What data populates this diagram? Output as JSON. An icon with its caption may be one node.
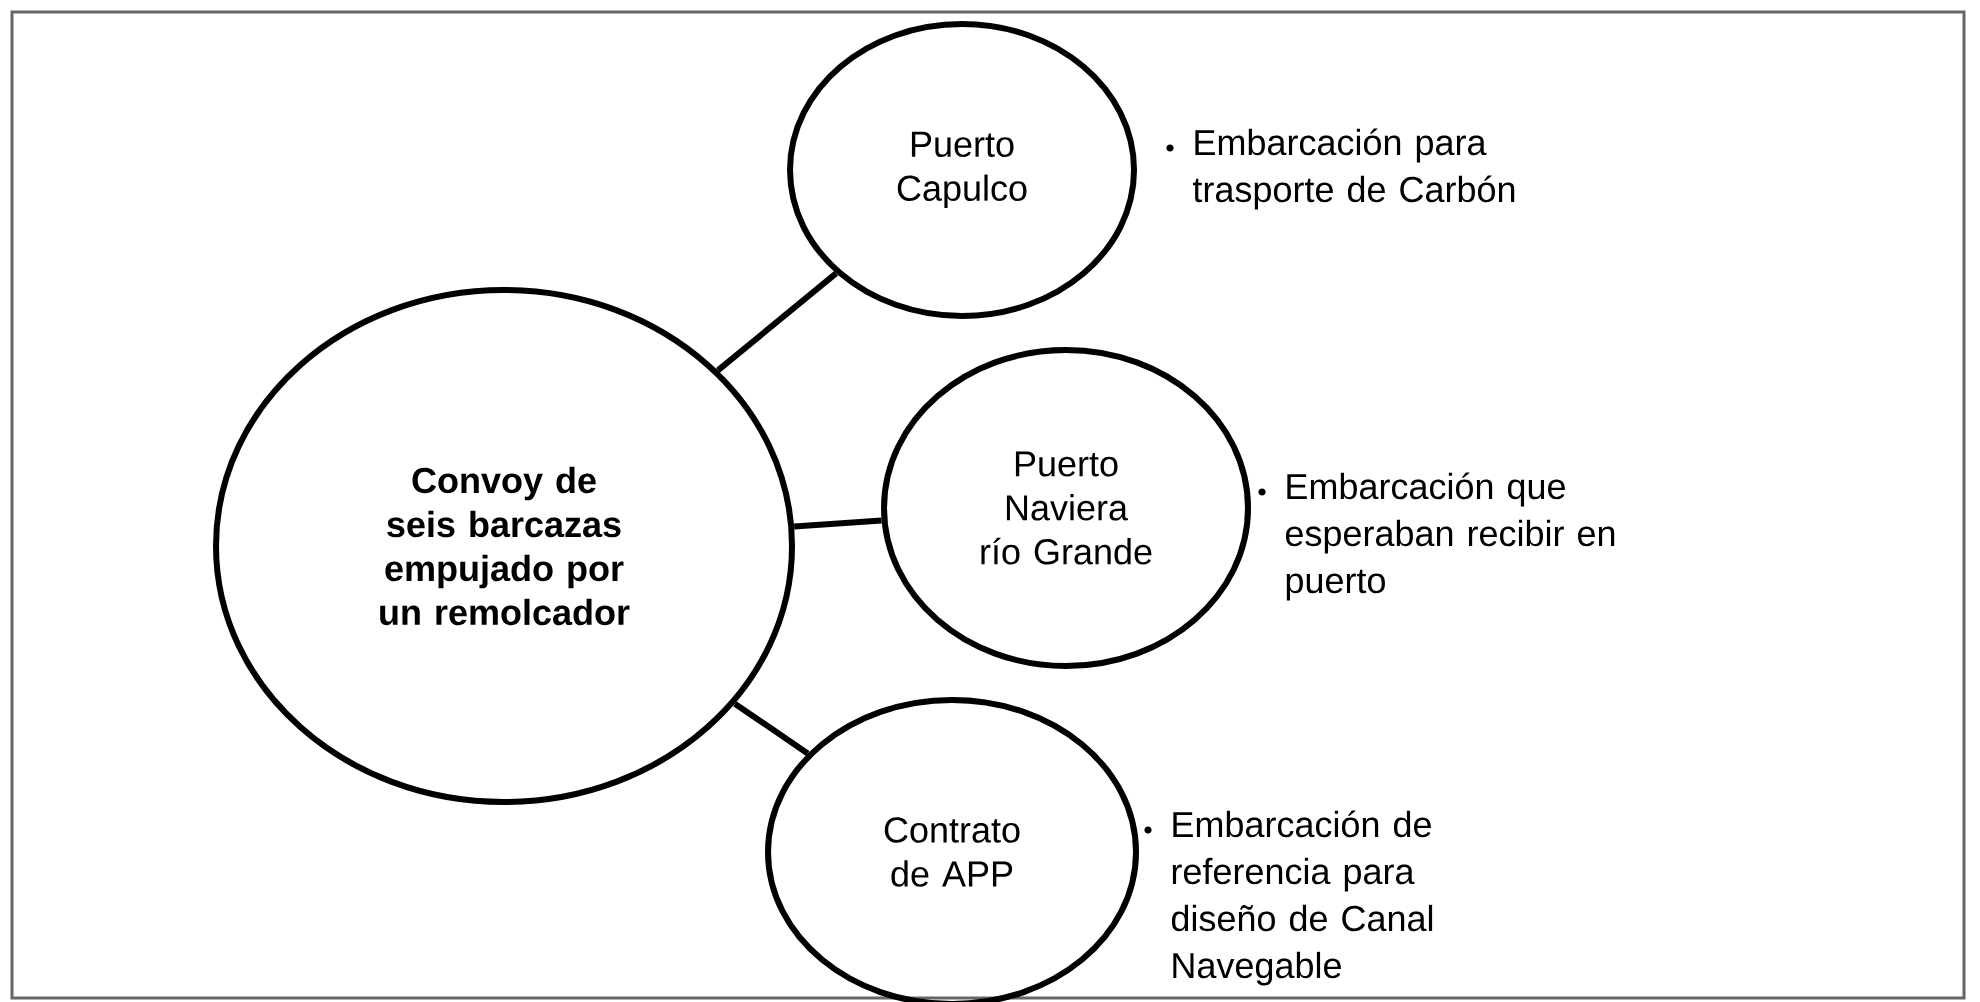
{
  "diagram": {
    "nodes": [
      {
        "text": [
          "Convoy de seis barcazas empujado por un remolcador"
        ]
      },
      {
        "text": [
          "Puerto Capulco"
        ],
        "beside": [
          "Embarcación para trasporte de Carbón"
        ]
      },
      {
        "text": [
          "Puerto Naviera río Grande"
        ],
        "beside": [
          "Embarcación que esperaban recibir en puerto"
        ]
      },
      {
        "text": [
          "Contrato de APP"
        ],
        "beside": [
          "Embarcación de referencia para diseño de Canal Navegable"
        ]
      }
    ],
    "edges": [
      {
        "from": 0,
        "to": 1,
        "arrow": "none"
      },
      {
        "from": 0,
        "to": 2,
        "arrow": "none"
      },
      {
        "from": 0,
        "to": 3,
        "arrow": "none"
      }
    ]
  }
}
